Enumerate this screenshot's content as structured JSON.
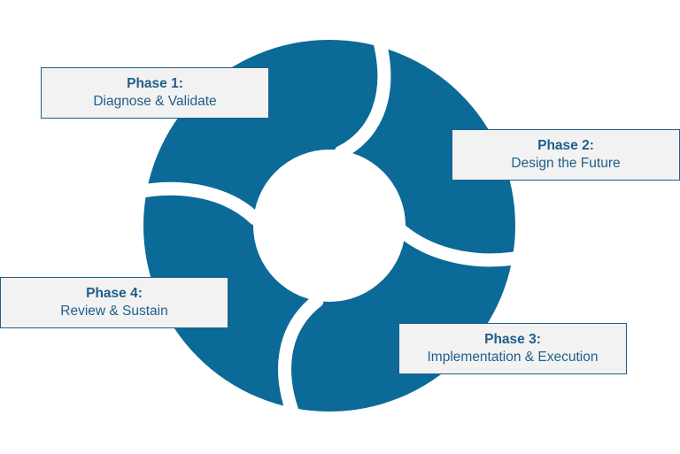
{
  "diagram": {
    "ring_color": "#0b6a97",
    "box_fill": "#f2f2f2",
    "text_color": "#1f5f8b",
    "phases": [
      {
        "title": "Phase 1:",
        "description": "Diagnose & Validate"
      },
      {
        "title": "Phase 2:",
        "description": "Design the Future"
      },
      {
        "title": "Phase 3:",
        "description": "Implementation & Execution"
      },
      {
        "title": "Phase 4:",
        "description": "Review & Sustain"
      }
    ]
  }
}
